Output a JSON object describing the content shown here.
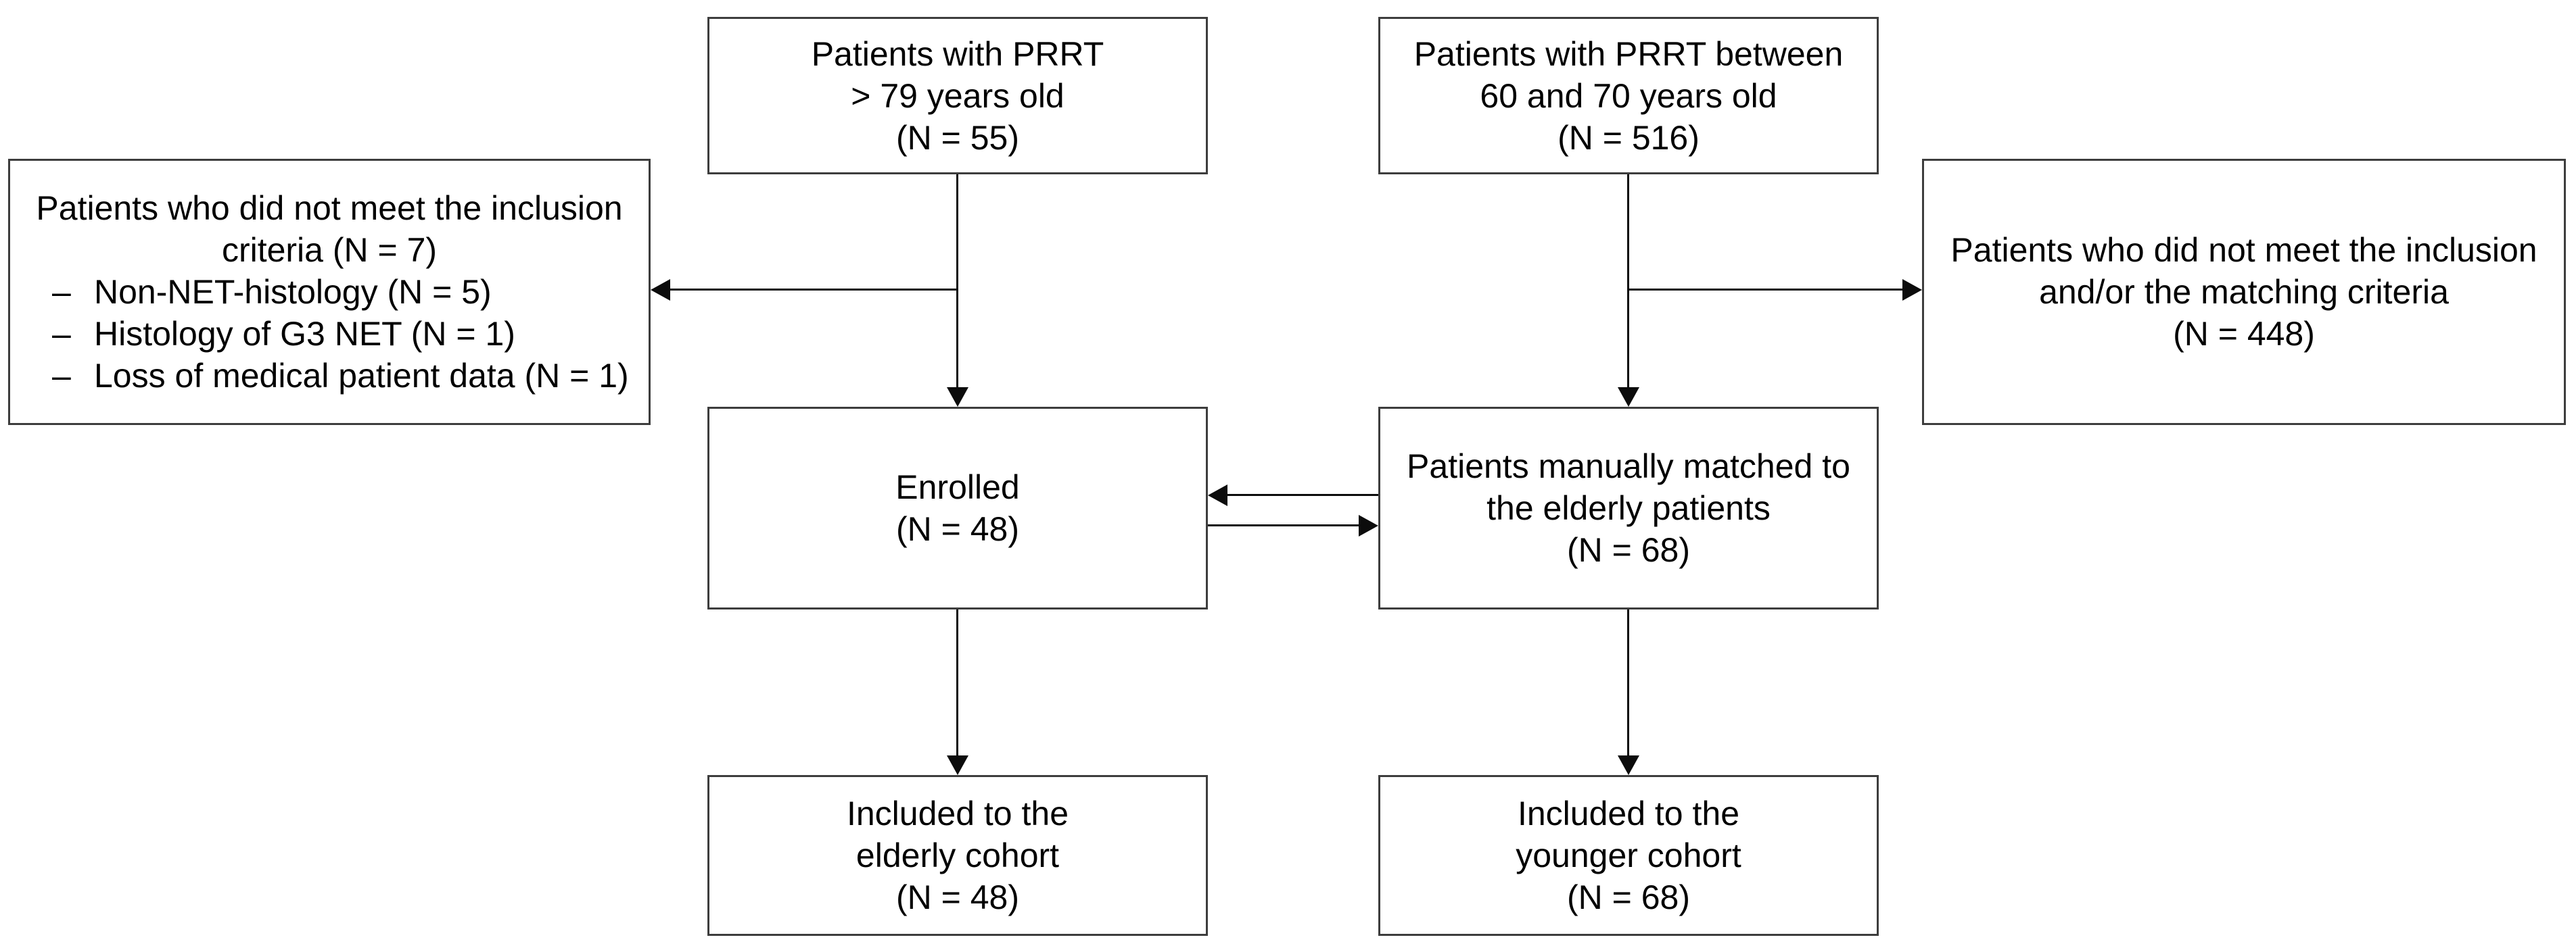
{
  "figure": {
    "background_color": "#ffffff",
    "box_border_color": "#3d3d3d",
    "connector_color": "#0c0c0c",
    "text_color": "#000000"
  },
  "nodes": {
    "prrt_elderly": {
      "lines": [
        "Patients with PRRT",
        "> 79 years old",
        "(N = 55)"
      ]
    },
    "prrt_younger": {
      "lines": [
        "Patients with PRRT between",
        "60 and 70 years old",
        "(N = 516)"
      ]
    },
    "excluded_elderly": {
      "lines": [
        "Patients who did not meet the inclusion",
        "criteria (N = 7)"
      ],
      "bullet_prefix": "–",
      "bullets": [
        "Non-NET-histology (N = 5)",
        "Histology of G3 NET (N = 1)",
        "Loss of medical patient data (N = 1)"
      ]
    },
    "excluded_younger": {
      "lines": [
        "Patients who did not meet the inclusion",
        "and/or the matching criteria",
        "(N = 448)"
      ]
    },
    "enrolled": {
      "lines": [
        "Enrolled",
        "(N = 48)"
      ]
    },
    "matched": {
      "lines": [
        "Patients manually matched to",
        "the elderly patients",
        "(N = 68)"
      ]
    },
    "included_elderly": {
      "lines": [
        "Included to the",
        "elderly cohort",
        "(N = 48)"
      ]
    },
    "included_younger": {
      "lines": [
        "Included to the",
        "younger cohort",
        "(N = 68)"
      ]
    }
  }
}
